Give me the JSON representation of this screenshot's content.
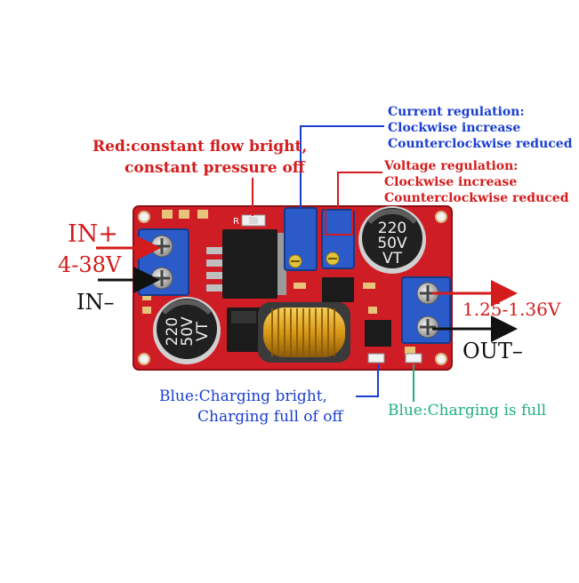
{
  "labels": {
    "led_red_line1": "Red:constant flow bright,",
    "led_red_line2": "constant pressure off",
    "current_title": "Current regulation:",
    "current_cw": "Clockwise increase",
    "current_ccw": "Counterclockwise reduced",
    "voltage_title": "Voltage regulation:",
    "voltage_cw": "Clockwise increase",
    "voltage_ccw": "Counterclockwise reduced",
    "in_plus": "IN+",
    "in_range": "4-38V",
    "in_minus": "IN–",
    "out_range": "1.25-1.36V",
    "out_minus": "OUT–",
    "blue_charging_line1": "Blue:Charging bright,",
    "blue_charging_line2": "Charging full of off",
    "blue_full": "Blue:Charging is full"
  },
  "board_marks": {
    "cap_right_value": "220",
    "cap_right_voltage": "50V",
    "cap_right_series": "VT",
    "cap_left_value": "220",
    "cap_left_voltage": "50V",
    "cap_left_series": "VT",
    "led_ref": "R"
  },
  "colors": {
    "pcb": "#cf1d26",
    "annot_red": "#d41c1c",
    "annot_blue": "#1a3ed1",
    "annot_teal": "#1fb07b",
    "inductor": "#e4a51e"
  }
}
